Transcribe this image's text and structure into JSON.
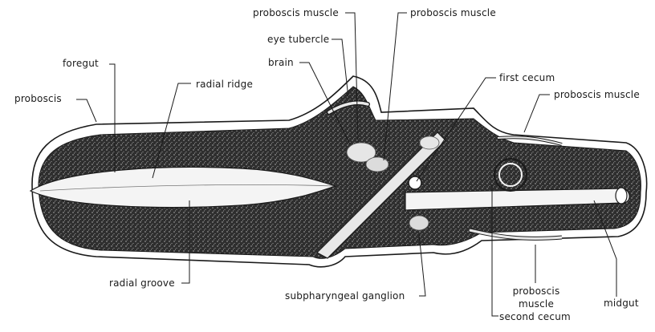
{
  "labels": {
    "proboscis": "proboscis",
    "foregut": "foregut",
    "radial_ridge": "radial ridge",
    "proboscis_muscle_top_left": "proboscis muscle",
    "proboscis_muscle_top_right": "proboscis muscle",
    "eye_tubercle": "eye tubercle",
    "brain": "brain",
    "first_cecum": "first cecum",
    "proboscis_muscle_right": "proboscis muscle",
    "radial_groove": "radial groove",
    "subpharyngeal_ganglion": "subpharyngeal ganglion",
    "proboscis_muscle_bottom_line1": "proboscis",
    "proboscis_muscle_bottom_line2": "muscle",
    "midgut": "midgut",
    "second_cecum": "second cecum"
  },
  "colors": {
    "ink": "#1a1a1a",
    "stipple_dark": "#2b2b2b",
    "light_structure": "#f4f4f4"
  }
}
